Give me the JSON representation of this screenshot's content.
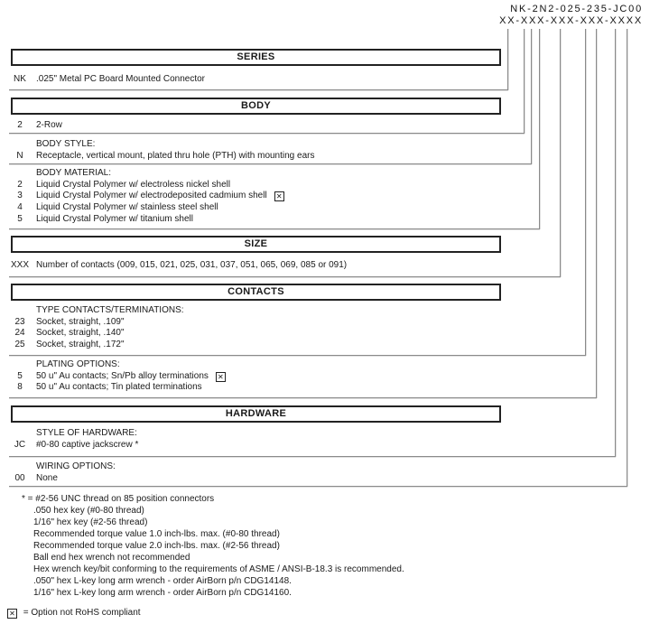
{
  "part_number": {
    "example": "NK-2N2-025-235-JC00",
    "mask": "XX-XXX-XXX-XXX-XXXX"
  },
  "sections": {
    "series": {
      "title": "SERIES",
      "rows": [
        {
          "code": "NK",
          "desc": ".025\" Metal PC Board Mounted Connector"
        }
      ]
    },
    "body": {
      "title": "BODY",
      "rows": [
        {
          "code": "2",
          "desc": "2-Row"
        }
      ],
      "style": {
        "label": "BODY STYLE:",
        "rows": [
          {
            "code": "N",
            "desc": "Receptacle, vertical mount, plated thru hole (PTH) with mounting ears"
          }
        ]
      },
      "material": {
        "label": "BODY MATERIAL:",
        "rows": [
          {
            "code": "2",
            "desc": "Liquid Crystal Polymer w/ electroless nickel shell"
          },
          {
            "code": "3",
            "desc": "Liquid Crystal Polymer w/ electrodeposited cadmium shell",
            "not_rohs": true
          },
          {
            "code": "4",
            "desc": "Liquid Crystal Polymer w/ stainless steel shell"
          },
          {
            "code": "5",
            "desc": "Liquid Crystal Polymer w/ titanium shell"
          }
        ]
      }
    },
    "size": {
      "title": "SIZE",
      "rows": [
        {
          "code": "XXX",
          "desc": "Number of contacts (009, 015, 021, 025, 031, 037, 051, 065, 069, 085 or 091)"
        }
      ]
    },
    "contacts": {
      "title": "CONTACTS",
      "type": {
        "label": "TYPE CONTACTS/TERMINATIONS:",
        "rows": [
          {
            "code": "23",
            "desc": "Socket, straight, .109\""
          },
          {
            "code": "24",
            "desc": "Socket, straight, .140\""
          },
          {
            "code": "25",
            "desc": "Socket, straight, .172\""
          }
        ]
      },
      "plating": {
        "label": "PLATING OPTIONS:",
        "rows": [
          {
            "code": "5",
            "desc": "50 u\" Au contacts; Sn/Pb alloy terminations",
            "not_rohs": true
          },
          {
            "code": "8",
            "desc": "50 u\" Au contacts; Tin plated terminations"
          }
        ]
      }
    },
    "hardware": {
      "title": "HARDWARE",
      "style": {
        "label": "STYLE OF HARDWARE:",
        "rows": [
          {
            "code": "JC",
            "desc": "#0-80 captive jackscrew *"
          }
        ]
      },
      "wiring": {
        "label": "WIRING OPTIONS:",
        "rows": [
          {
            "code": "00",
            "desc": "None"
          }
        ]
      }
    }
  },
  "footnotes": {
    "asterisk_lead": "* = #2-56 UNC thread on 85 position connectors",
    "lines": [
      ".050 hex key (#0-80 thread)",
      "1/16\" hex key (#2-56 thread)",
      "Recommended torque value 1.0 inch-lbs. max. (#0-80 thread)",
      "Recommended torque value 2.0 inch-lbs. max. (#2-56 thread)",
      "Ball end hex wrench not recommended",
      "Hex wrench key/bit conforming to the requirements of ASME / ANSI-B-18.3 is recommended.",
      ".050\" hex L-key long arm wrench - order AirBorn p/n CDG14148.",
      "1/16\" hex L-key long arm wrench - order AirBorn p/n CDG14160."
    ]
  },
  "legend": {
    "icon_glyph": "✕",
    "text": "= Option not RoHS compliant"
  },
  "colors": {
    "text": "#1a1a1a",
    "box_border": "#222222",
    "pointer_line": "#8a8a8a"
  }
}
